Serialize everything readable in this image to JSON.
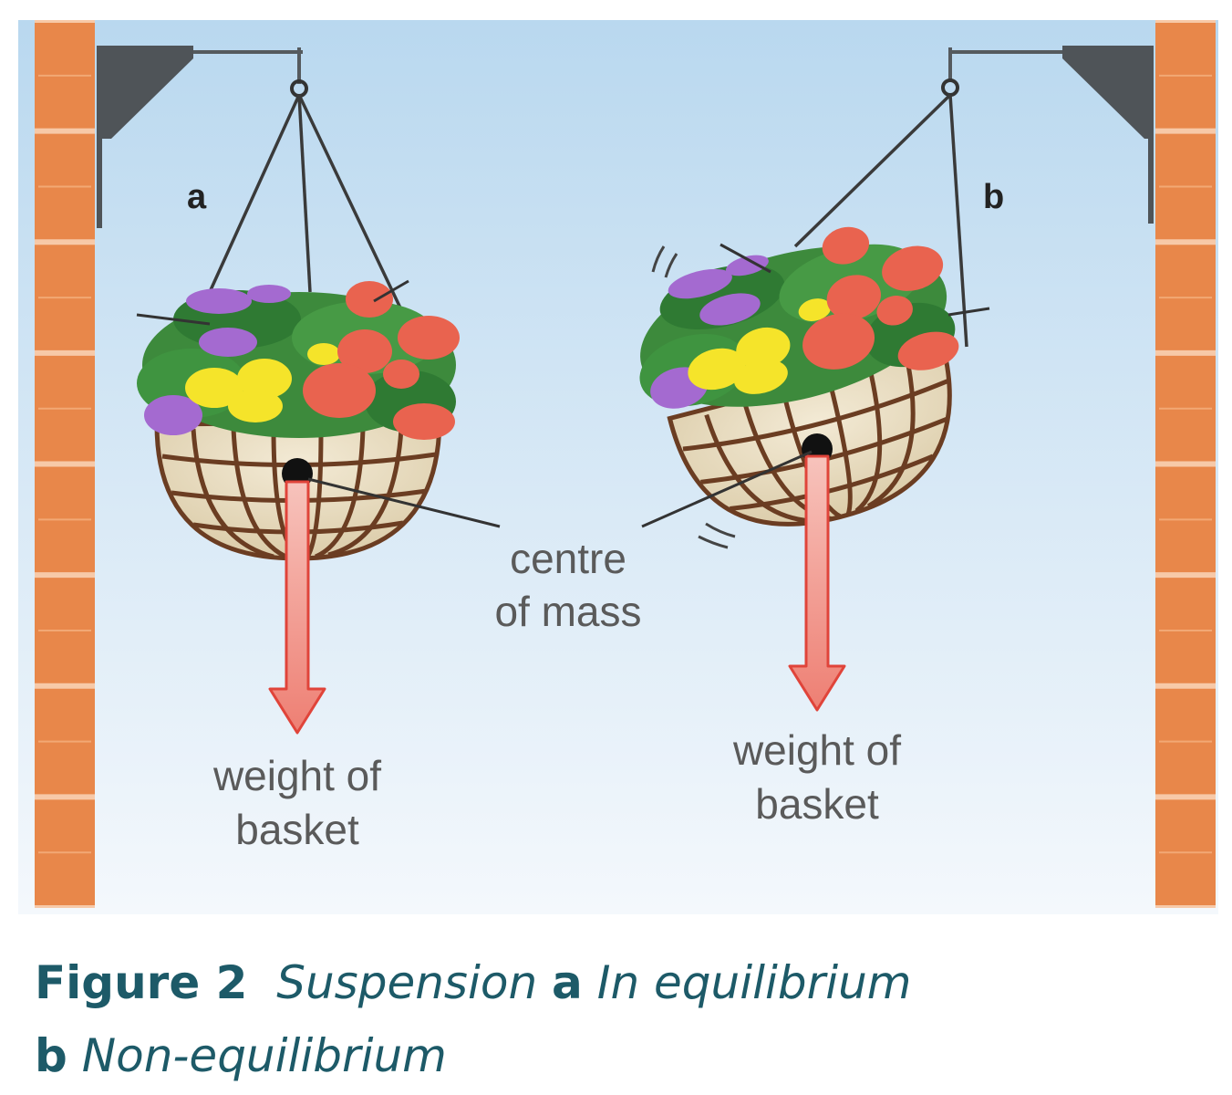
{
  "figure": {
    "panel_a_letter": "a",
    "panel_b_letter": "b",
    "centre_of_mass_label_line1": "centre",
    "centre_of_mass_label_line2": "of mass",
    "weight_label_a_line1": "weight of",
    "weight_label_a_line2": "basket",
    "weight_label_b_line1": "weight of",
    "weight_label_b_line2": "basket",
    "colors": {
      "sky_top": "#b9d8ef",
      "sky_bottom": "#f4f8fc",
      "brick": "#e8874a",
      "mortar": "#f7c9a8",
      "bracket": "#4f5458",
      "wire": "#3a3a3a",
      "basket_frame": "#6b3d22",
      "basket_liner": "#e9dcc0",
      "foliage": "#3d8a3c",
      "flower_red": "#e9634f",
      "flower_yellow": "#f5e42a",
      "flower_purple": "#a46ad0",
      "arrow_fill": "#f3a9a1",
      "arrow_stroke": "#e0443a",
      "centre_dot": "#111111",
      "label_text": "#5a5a5a",
      "caption_text": "#1d5a68"
    }
  },
  "caption": {
    "figure_label": "Figure 2",
    "title": "Suspension",
    "a_letter": "a",
    "a_text": "In equilibrium",
    "b_letter": "b",
    "b_text": "Non-equilibrium"
  }
}
